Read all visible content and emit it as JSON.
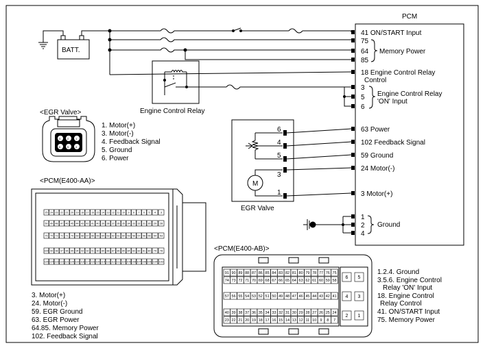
{
  "pcm": {
    "title": "PCM",
    "pins": [
      {
        "pin": "41",
        "text": "ON/START Input"
      },
      {
        "pin": "75",
        "text": ""
      },
      {
        "pin": "64",
        "text": ""
      },
      {
        "pin": "85",
        "text": ""
      },
      {
        "pin": "18",
        "text": "Engine Control Relay"
      },
      {
        "pin": "3",
        "text": ""
      },
      {
        "pin": "5",
        "text": ""
      },
      {
        "pin": "6",
        "text": ""
      },
      {
        "pin": "63",
        "text": "Power"
      },
      {
        "pin": "102",
        "text": "Feedback Signal"
      },
      {
        "pin": "59",
        "text": "Ground"
      },
      {
        "pin": "24",
        "text": "Motor(-)"
      },
      {
        "pin": "3",
        "text": "Motor(+)"
      },
      {
        "pin": "1",
        "text": ""
      },
      {
        "pin": "2",
        "text": ""
      },
      {
        "pin": "4",
        "text": ""
      }
    ],
    "label_18_cont": "Control",
    "brace_memory_power": "Memory Power",
    "brace_relay_on_1": "Engine Control Relay",
    "brace_relay_on_2": "'ON' Input",
    "brace_ground": "Ground"
  },
  "battery": {
    "label": "BATT."
  },
  "relay": {
    "label": "Engine Control Relay"
  },
  "egr_schematic": {
    "label": "EGR Valve",
    "pins": [
      "6",
      "4",
      "5",
      "3",
      "1"
    ],
    "motor_symbol": "M"
  },
  "egr_connector": {
    "title": "<EGR Valve>",
    "pins": [
      "1",
      "2",
      "3",
      "4",
      "5",
      "6"
    ],
    "legend": [
      "1. Motor(+)",
      "3. Motor(-)",
      "4. Feedback Signal",
      "5. Ground",
      "6. Power"
    ]
  },
  "pcm_aa": {
    "title": "<PCM(E400-AA)>",
    "legend": [
      "3. Motor(+)",
      "24. Motor(-)",
      "59. EGR Ground",
      "63. EGR Power",
      "64.85. Memory Power",
      "102. Feedback Signal"
    ],
    "rows": [
      [
        "25",
        "24",
        "23",
        "22",
        "21",
        "20",
        "19",
        "18",
        "17",
        "16",
        "15",
        "14",
        "13",
        "12",
        "11",
        "10",
        "9",
        "8",
        "7",
        "6",
        "5"
      ],
      [
        "50",
        "49",
        "48",
        "47",
        "46",
        "45",
        "44",
        "43",
        "42",
        "41",
        "40",
        "39",
        "38",
        "37",
        "36",
        "35",
        "34",
        "33",
        "32",
        "31",
        "30"
      ],
      [
        "75",
        "74",
        "73",
        "72",
        "71",
        "70",
        "69",
        "68",
        "67",
        "66",
        "65",
        "64",
        "63",
        "62",
        "61",
        "60",
        "59",
        "58",
        "57",
        "56",
        "55"
      ],
      [
        "100",
        "99",
        "98",
        "97",
        "96",
        "95",
        "94",
        "93",
        "92",
        "91",
        "90",
        "89",
        "88",
        "87",
        "86",
        "85",
        "84",
        "83",
        "82",
        "81",
        "80"
      ],
      [
        "125",
        "124",
        "123",
        "122",
        "121",
        "120",
        "119",
        "118",
        "117",
        "116",
        "115",
        "114",
        "113",
        "112",
        "111",
        "110",
        "109",
        "108",
        "107",
        "106",
        "105"
      ]
    ],
    "side": [
      [
        "4",
        "3"
      ],
      [
        "29",
        "28"
      ],
      [
        "54",
        "53"
      ],
      [
        "79",
        "78"
      ],
      [
        "104",
        "103"
      ]
    ]
  },
  "pcm_ab": {
    "title": "<PCM(E400-AB)>",
    "legend": [
      "1.2.4. Ground",
      "3.5.6. Engine Control",
      "Relay 'ON' Input",
      "18. Engine Control",
      "Relay Control",
      "41. ON/START Input",
      "75. Memory Power"
    ],
    "rows": [
      [
        "91",
        "90",
        "89",
        "88",
        "87",
        "86",
        "85",
        "84",
        "83",
        "82",
        "81",
        "80",
        "79",
        "78",
        "77",
        "76",
        "75"
      ],
      [
        "74",
        "73",
        "72",
        "71",
        "70",
        "69",
        "68",
        "67",
        "66",
        "65",
        "64",
        "63",
        "62",
        "61",
        "60",
        "59",
        "58"
      ],
      [
        "57",
        "56",
        "55",
        "54",
        "53",
        "52",
        "51",
        "50",
        "49",
        "48",
        "47",
        "46",
        "45",
        "44",
        "43",
        "42",
        "41"
      ],
      [
        "40",
        "39",
        "38",
        "37",
        "36",
        "35",
        "34",
        "33",
        "32",
        "31",
        "30",
        "29",
        "28",
        "27",
        "26",
        "25",
        "24"
      ],
      [
        "23",
        "22",
        "21",
        "20",
        "19",
        "18",
        "17",
        "16",
        "15",
        "14",
        "13",
        "12",
        "11",
        "10",
        "9",
        "8",
        "7"
      ]
    ],
    "side": [
      [
        "6",
        "5"
      ],
      [
        "4",
        "3"
      ],
      [
        "2",
        "1"
      ]
    ]
  }
}
